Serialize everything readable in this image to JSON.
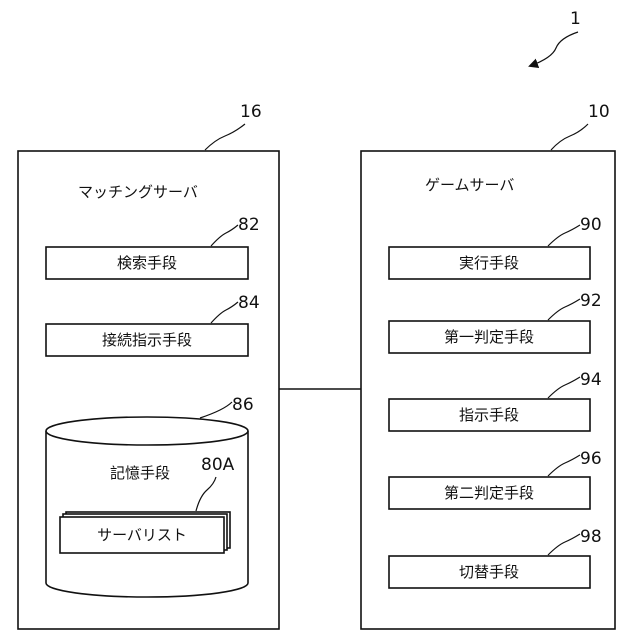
{
  "figure": {
    "ref": "1"
  },
  "matching_server": {
    "ref": "16",
    "title": "マッチングサーバ",
    "items": [
      {
        "ref": "82",
        "label": "検索手段"
      },
      {
        "ref": "84",
        "label": "接続指示手段"
      }
    ],
    "storage": {
      "ref": "86",
      "label": "記憶手段",
      "list": {
        "ref": "80A",
        "label": "サーバリスト"
      }
    }
  },
  "game_server": {
    "ref": "10",
    "title": "ゲームサーバ",
    "items": [
      {
        "ref": "90",
        "label": "実行手段"
      },
      {
        "ref": "92",
        "label": "第一判定手段"
      },
      {
        "ref": "94",
        "label": "指示手段"
      },
      {
        "ref": "96",
        "label": "第二判定手段"
      },
      {
        "ref": "98",
        "label": "切替手段"
      }
    ]
  }
}
